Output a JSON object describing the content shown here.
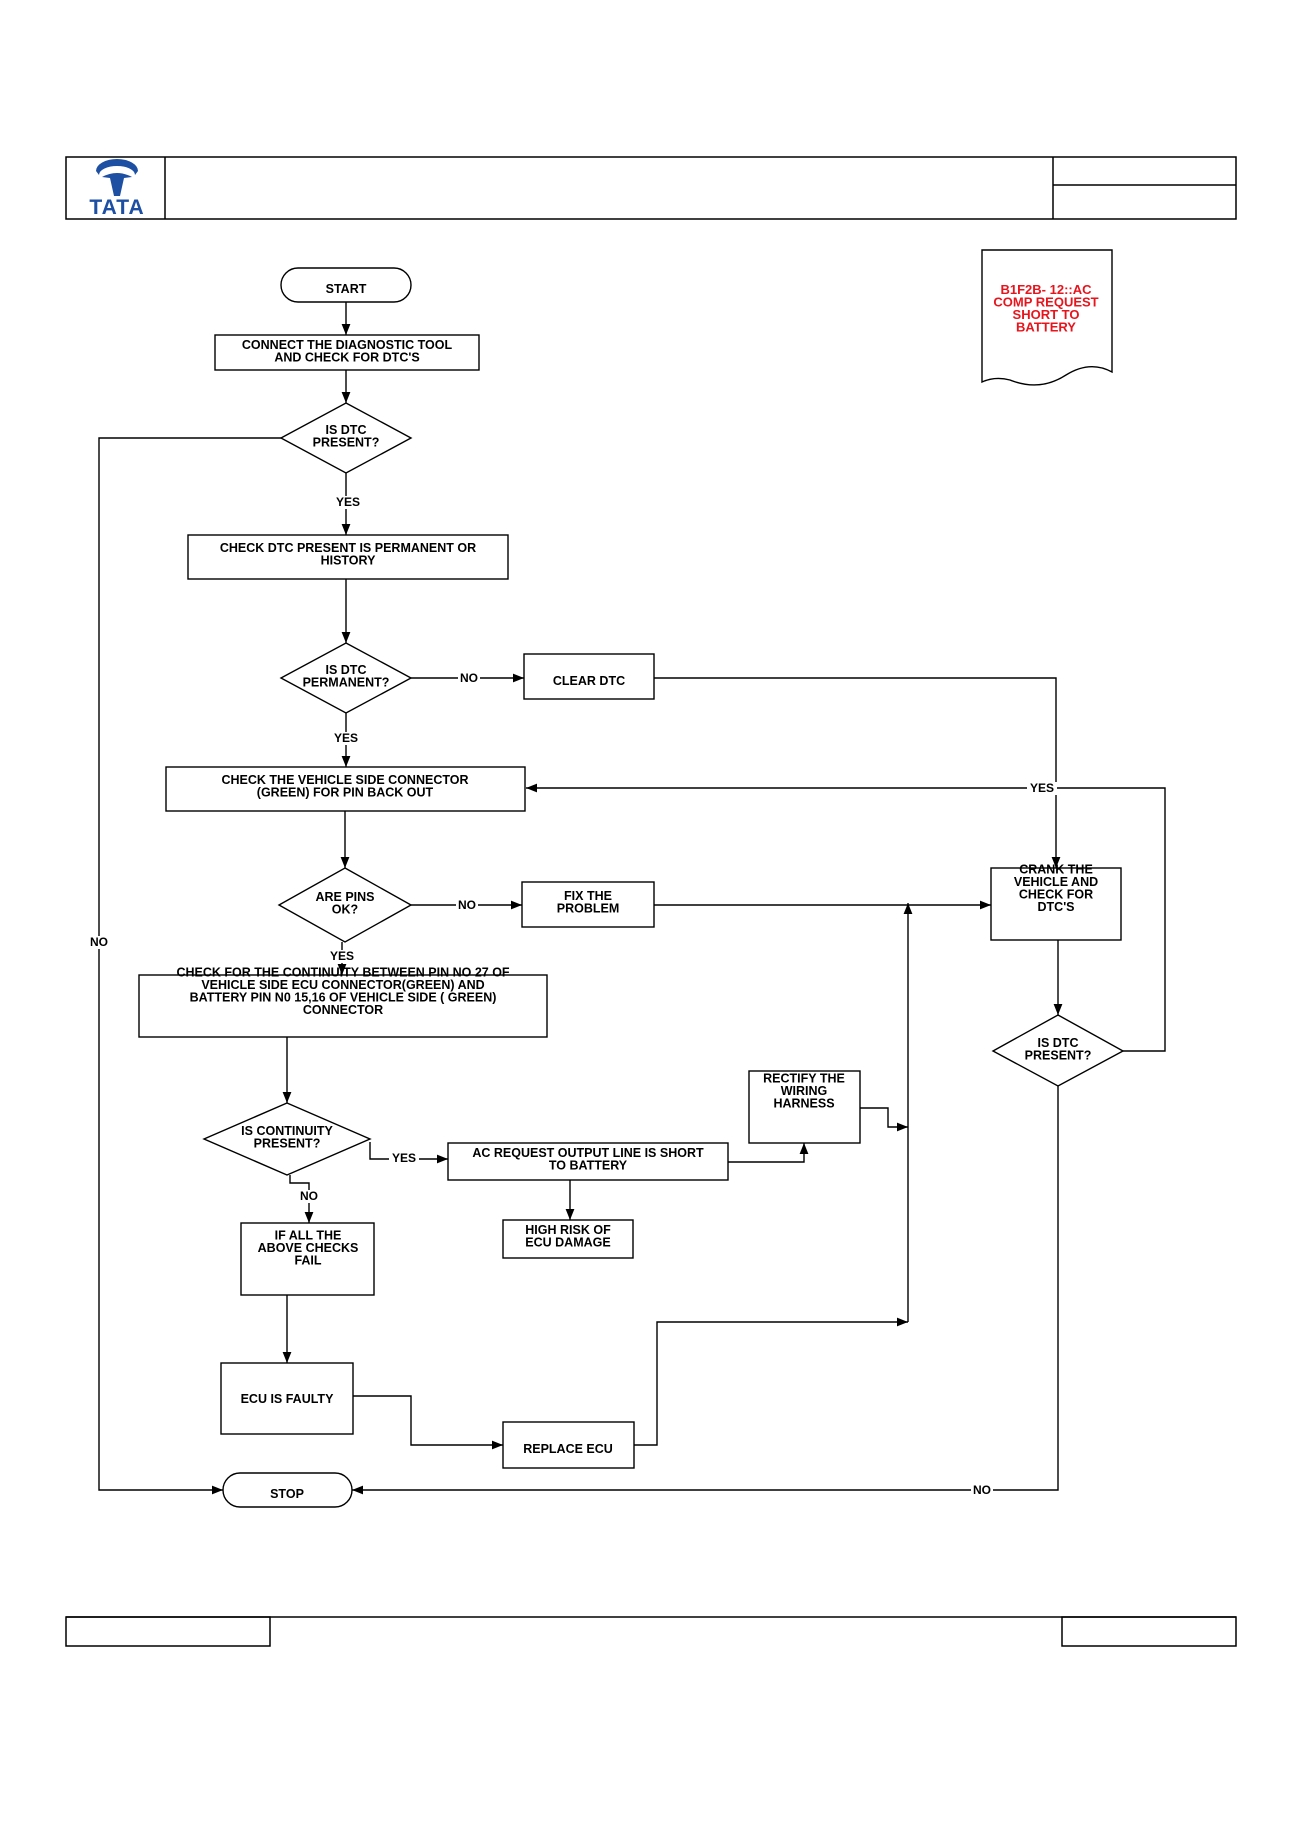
{
  "header": {
    "logo_text": "TATA",
    "brand_color": "#1d4fa3"
  },
  "note": {
    "lines": [
      "B1F2B- 12::AC",
      "COMP REQUEST",
      "SHORT TO",
      "BATTERY"
    ],
    "color": "#e8141c"
  },
  "nodes": {
    "start": [
      "START"
    ],
    "connect": [
      "CONNECT THE DIAGNOSTIC TOOL",
      "AND CHECK FOR  DTC'S"
    ],
    "dtc_present1": [
      "IS  DTC",
      "PRESENT?"
    ],
    "check_perm": [
      "CHECK DTC  PRESENT IS PERMANENT OR",
      "HISTORY"
    ],
    "dtc_perm": [
      "IS  DTC",
      "PERMANENT?"
    ],
    "clear_dtc": [
      "CLEAR DTC"
    ],
    "check_conn": [
      "CHECK THE VEHICLE  SIDE CONNECTOR",
      "(GREEN) FOR PIN BACK OUT"
    ],
    "pins_ok": [
      "ARE PINS",
      "OK?"
    ],
    "fix": [
      "FIX THE",
      "PROBLEM"
    ],
    "crank": [
      "CRANK THE",
      "VEHICLE AND",
      "CHECK FOR",
      "DTC'S"
    ],
    "dtc_present2": [
      "IS  DTC",
      "PRESENT?"
    ],
    "continuity_check": [
      "CHECK FOR THE CONTINUITY BETWEEN PIN NO 27 OF",
      "VEHICLE SIDE ECU CONNECTOR(GREEN) AND",
      "BATTERY  PIN N0 15,16 OF VEHICLE SIDE ( GREEN)",
      "CONNECTOR"
    ],
    "continuity_q": [
      "IS CONTINUITY",
      "PRESENT?"
    ],
    "short": [
      "AC REQUEST OUTPUT LINE IS SHORT",
      "TO BATTERY"
    ],
    "rectify": [
      "RECTIFY THE",
      "WIRING",
      "HARNESS"
    ],
    "high_risk": [
      "HIGH RISK OF",
      "ECU DAMAGE"
    ],
    "all_fail": [
      "IF ALL THE",
      "ABOVE CHECKS",
      "FAIL"
    ],
    "ecu_faulty": [
      "ECU IS FAULTY"
    ],
    "replace": [
      "REPLACE ECU"
    ],
    "stop": [
      "STOP"
    ]
  },
  "edge_labels": {
    "yes_dtc1": "YES",
    "no_dtc1": "NO",
    "no_perm": "NO",
    "yes_perm": "YES",
    "no_pins": "NO",
    "yes_pins": "YES",
    "yes_dtc2": "YES",
    "no_dtc2": "NO",
    "yes_cont": "YES",
    "no_cont": "NO"
  }
}
